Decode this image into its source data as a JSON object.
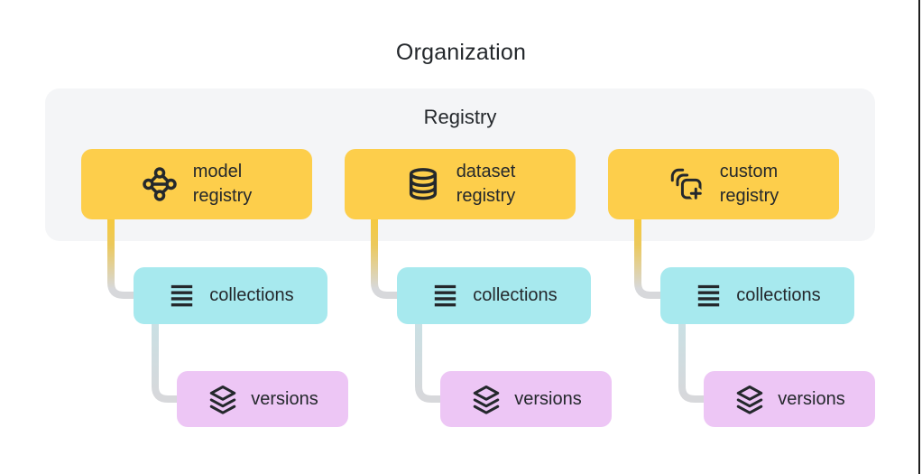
{
  "page": {
    "title": "Organization"
  },
  "panel": {
    "title": "Registry"
  },
  "groups": [
    {
      "registry": {
        "label": "model\nregistry",
        "icon": "model-registry-network-icon"
      },
      "collections": {
        "label": "collections",
        "icon": "list-lines-icon"
      },
      "versions": {
        "label": "versions",
        "icon": "layers-stack-icon"
      }
    },
    {
      "registry": {
        "label": "dataset\nregistry",
        "icon": "database-icon"
      },
      "collections": {
        "label": "collections",
        "icon": "list-lines-icon"
      },
      "versions": {
        "label": "versions",
        "icon": "layers-stack-icon"
      }
    },
    {
      "registry": {
        "label": "custom\nregistry",
        "icon": "stacked-squares-plus-icon"
      },
      "collections": {
        "label": "collections",
        "icon": "list-lines-icon"
      },
      "versions": {
        "label": "versions",
        "icon": "layers-stack-icon"
      }
    }
  ],
  "colors": {
    "registry_box": "#FDCE4B",
    "collections_box": "#A7E9EE",
    "versions_box": "#EDC6F5",
    "panel_bg": "#F4F5F7",
    "connector_yellow": "#F5C93F",
    "connector_gray": "#D7D8DB",
    "text": "#24282C"
  }
}
